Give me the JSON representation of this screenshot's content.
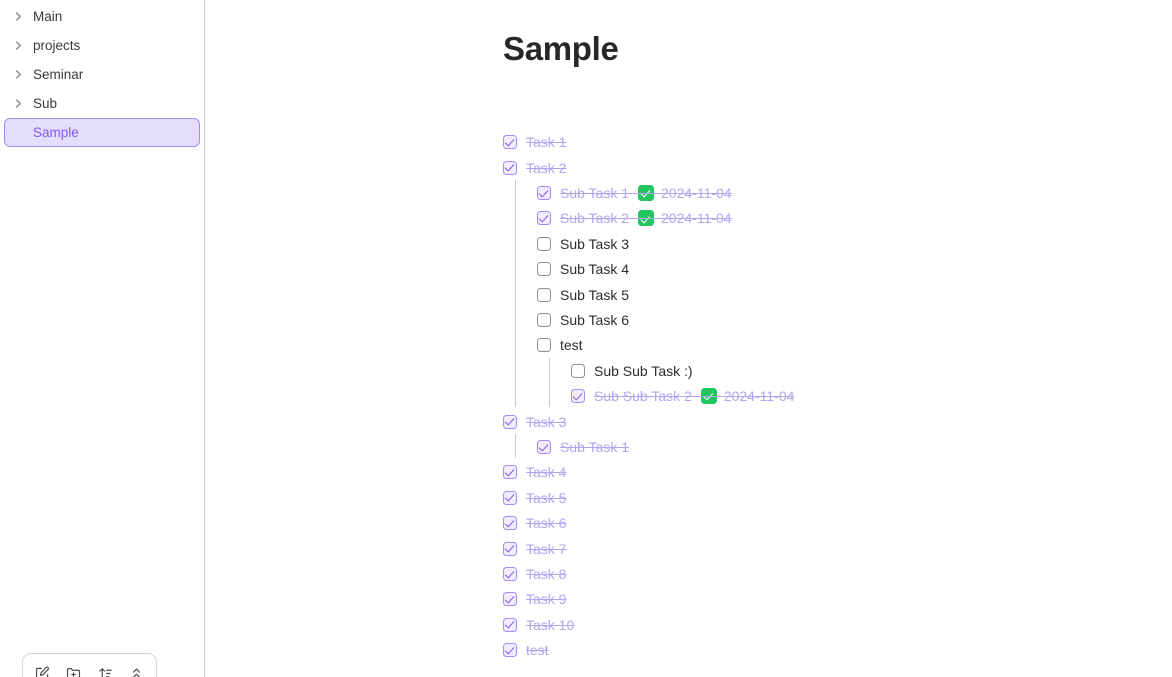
{
  "sidebar": {
    "items": [
      {
        "label": "Main",
        "icon": "chevron-right-icon",
        "expandable": true,
        "selected": false
      },
      {
        "label": "projects",
        "icon": "chevron-right-icon",
        "expandable": true,
        "selected": false
      },
      {
        "label": "Seminar",
        "icon": "chevron-right-icon",
        "expandable": true,
        "selected": false
      },
      {
        "label": "Sub",
        "icon": "chevron-right-icon",
        "expandable": true,
        "selected": false
      },
      {
        "label": "Sample",
        "icon": "",
        "expandable": false,
        "selected": true
      }
    ],
    "toolbar": [
      {
        "name": "new-note-icon",
        "title": "New note"
      },
      {
        "name": "new-folder-icon",
        "title": "New folder"
      },
      {
        "name": "sort-icon",
        "title": "Sort"
      },
      {
        "name": "collapse-all-icon",
        "title": "Collapse all"
      }
    ]
  },
  "main": {
    "title": "Sample",
    "tasks": [
      {
        "text": "Task 1",
        "checked": true,
        "indent": 0,
        "done_date": ""
      },
      {
        "text": "Task 2",
        "checked": true,
        "indent": 0,
        "done_date": ""
      },
      {
        "text": "Sub Task 1",
        "checked": true,
        "indent": 1,
        "done_date": "2024-11-04"
      },
      {
        "text": "Sub Task 2",
        "checked": true,
        "indent": 1,
        "done_date": "2024-11-04"
      },
      {
        "text": "Sub Task 3",
        "checked": false,
        "indent": 1,
        "done_date": ""
      },
      {
        "text": "Sub Task 4",
        "checked": false,
        "indent": 1,
        "done_date": ""
      },
      {
        "text": "Sub Task 5",
        "checked": false,
        "indent": 1,
        "done_date": ""
      },
      {
        "text": "Sub Task 6",
        "checked": false,
        "indent": 1,
        "done_date": ""
      },
      {
        "text": "test",
        "checked": false,
        "indent": 1,
        "done_date": ""
      },
      {
        "text": "Sub Sub Task :)",
        "checked": false,
        "indent": 2,
        "done_date": ""
      },
      {
        "text": "Sub Sub Task 2",
        "checked": true,
        "indent": 2,
        "done_date": "2024-11-04"
      },
      {
        "text": "Task 3",
        "checked": true,
        "indent": 0,
        "done_date": ""
      },
      {
        "text": "Sub Task 1",
        "checked": true,
        "indent": 1,
        "done_date": ""
      },
      {
        "text": "Task 4",
        "checked": true,
        "indent": 0,
        "done_date": ""
      },
      {
        "text": "Task 5",
        "checked": true,
        "indent": 0,
        "done_date": ""
      },
      {
        "text": "Task 6",
        "checked": true,
        "indent": 0,
        "done_date": ""
      },
      {
        "text": "Task 7",
        "checked": true,
        "indent": 0,
        "done_date": ""
      },
      {
        "text": "Task 8",
        "checked": true,
        "indent": 0,
        "done_date": ""
      },
      {
        "text": "Task 9",
        "checked": true,
        "indent": 0,
        "done_date": ""
      },
      {
        "text": "Task 10",
        "checked": true,
        "indent": 0,
        "done_date": ""
      },
      {
        "text": "test",
        "checked": true,
        "indent": 0,
        "done_date": ""
      }
    ]
  },
  "colors": {
    "accent_purple": "#7c5cf0",
    "muted_purple": "#b3a4ef",
    "selected_bg": "#e4ddfb",
    "done_green": "#22c55e",
    "text": "#2d2d30",
    "border": "#c9c9cd"
  }
}
